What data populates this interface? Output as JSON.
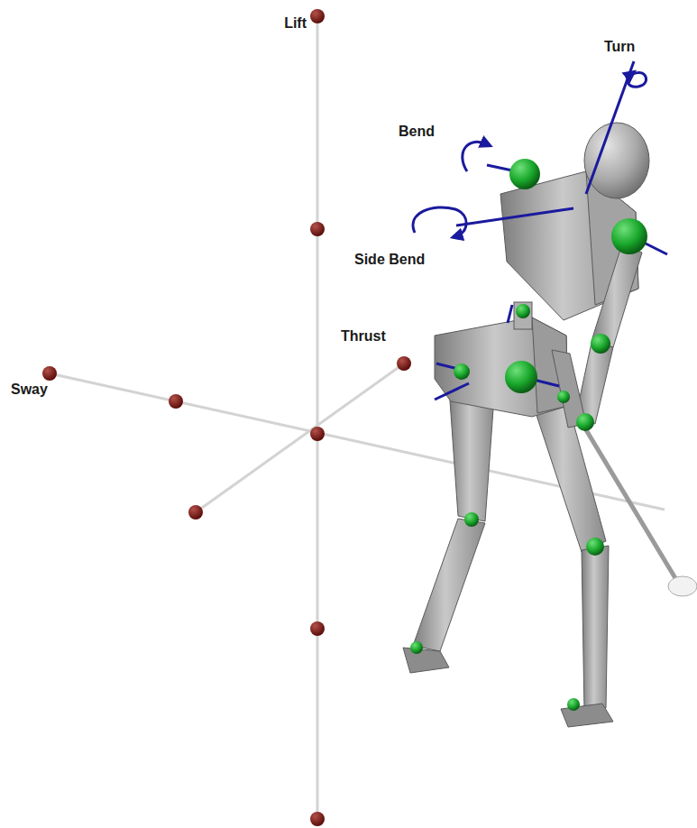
{
  "diagram": {
    "labels": [
      "Lift",
      "Turn",
      "Bend",
      "Side Bend",
      "Thrust",
      "Sway"
    ]
  }
}
